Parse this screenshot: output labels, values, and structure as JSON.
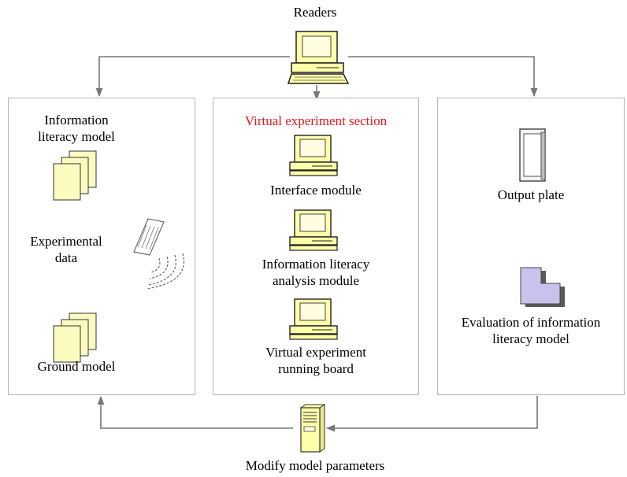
{
  "readers_label": "Readers",
  "left_panel": {
    "info_model_line1": "Information",
    "info_model_line2": "literacy model",
    "experimental_line1": "Experimental",
    "experimental_line2": "data",
    "ground_model": "Ground model"
  },
  "middle_panel": {
    "title": "Virtual experiment section",
    "interface_module": "Interface module",
    "analysis_line1": "Information literacy",
    "analysis_line2": "analysis module",
    "running_line1": "Virtual experiment",
    "running_line2": "running board"
  },
  "right_panel": {
    "output_plate": "Output plate",
    "evaluation_line1": "Evaluation of information",
    "evaluation_line2": "literacy model"
  },
  "bottom_label": "Modify model parameters",
  "colors": {
    "title_red": "#e8151b",
    "doc_fill": "#fbfbc0",
    "computer_fill": "#ffffaa",
    "purple_block": "#c7c3ec",
    "arrow_gray": "#777777",
    "panel_border": "#b5b5b5"
  },
  "icons": [
    "computer-icon",
    "document-stack-icon",
    "floppy-disk-icon",
    "server-tower-icon",
    "door-icon",
    "l-block-icon"
  ]
}
